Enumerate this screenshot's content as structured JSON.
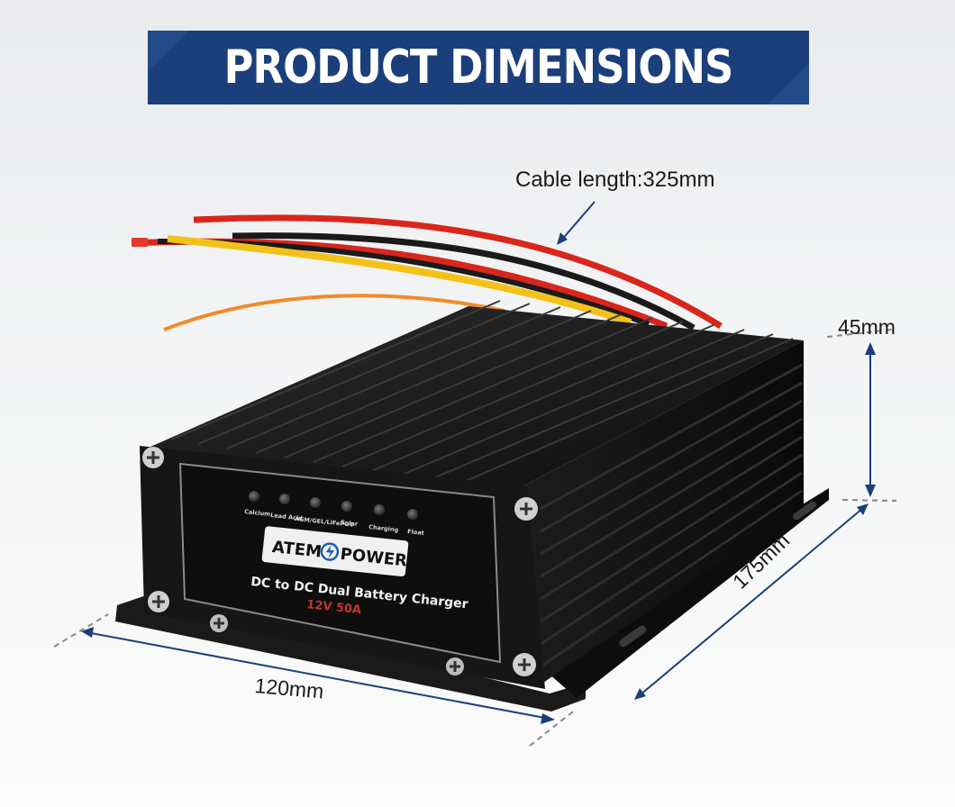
{
  "banner": {
    "title": "PRODUCT DIMENSIONS",
    "color": "#1b3f7a"
  },
  "dimensions": {
    "cable_length": "Cable length:325mm",
    "height": "45mm",
    "width": "120mm",
    "depth": "175mm"
  },
  "product": {
    "indicators": [
      "Calcium",
      "Lead Acid",
      "AGM/GEL/LiFePO4",
      "Solar",
      "Charging",
      "Float"
    ],
    "brand_left": "ATEM",
    "brand_right": "POWER",
    "model_name": "DC to DC Dual Battery Charger",
    "spec": "12V  50A",
    "body_color": "#141414",
    "accent_color": "#c0392b"
  },
  "wires": {
    "colors": [
      "#d9261c",
      "#1a1a1a",
      "#f2c21b",
      "#f28a2a"
    ]
  }
}
